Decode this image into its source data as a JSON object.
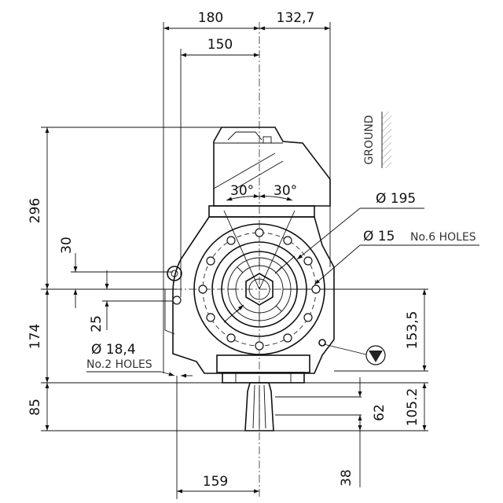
{
  "dimensions": {
    "top_left_width": "180",
    "top_right_width": "132,7",
    "inner_width": "150",
    "height_total": "296",
    "height_30": "30",
    "height_25": "25",
    "height_174": "174",
    "height_85": "85",
    "height_153": "153,5",
    "height_105": "105.2",
    "height_62": "62",
    "height_38": "38",
    "bottom_width": "159",
    "angle_left": "30°",
    "angle_right": "30°"
  },
  "callouts": {
    "diameter_195": "Ø 195",
    "diameter_15": "Ø 15",
    "holes_6": "No.6 HOLES",
    "diameter_18": "Ø 18,4",
    "holes_2": "No.2 HOLES",
    "ground": "GROUND"
  }
}
